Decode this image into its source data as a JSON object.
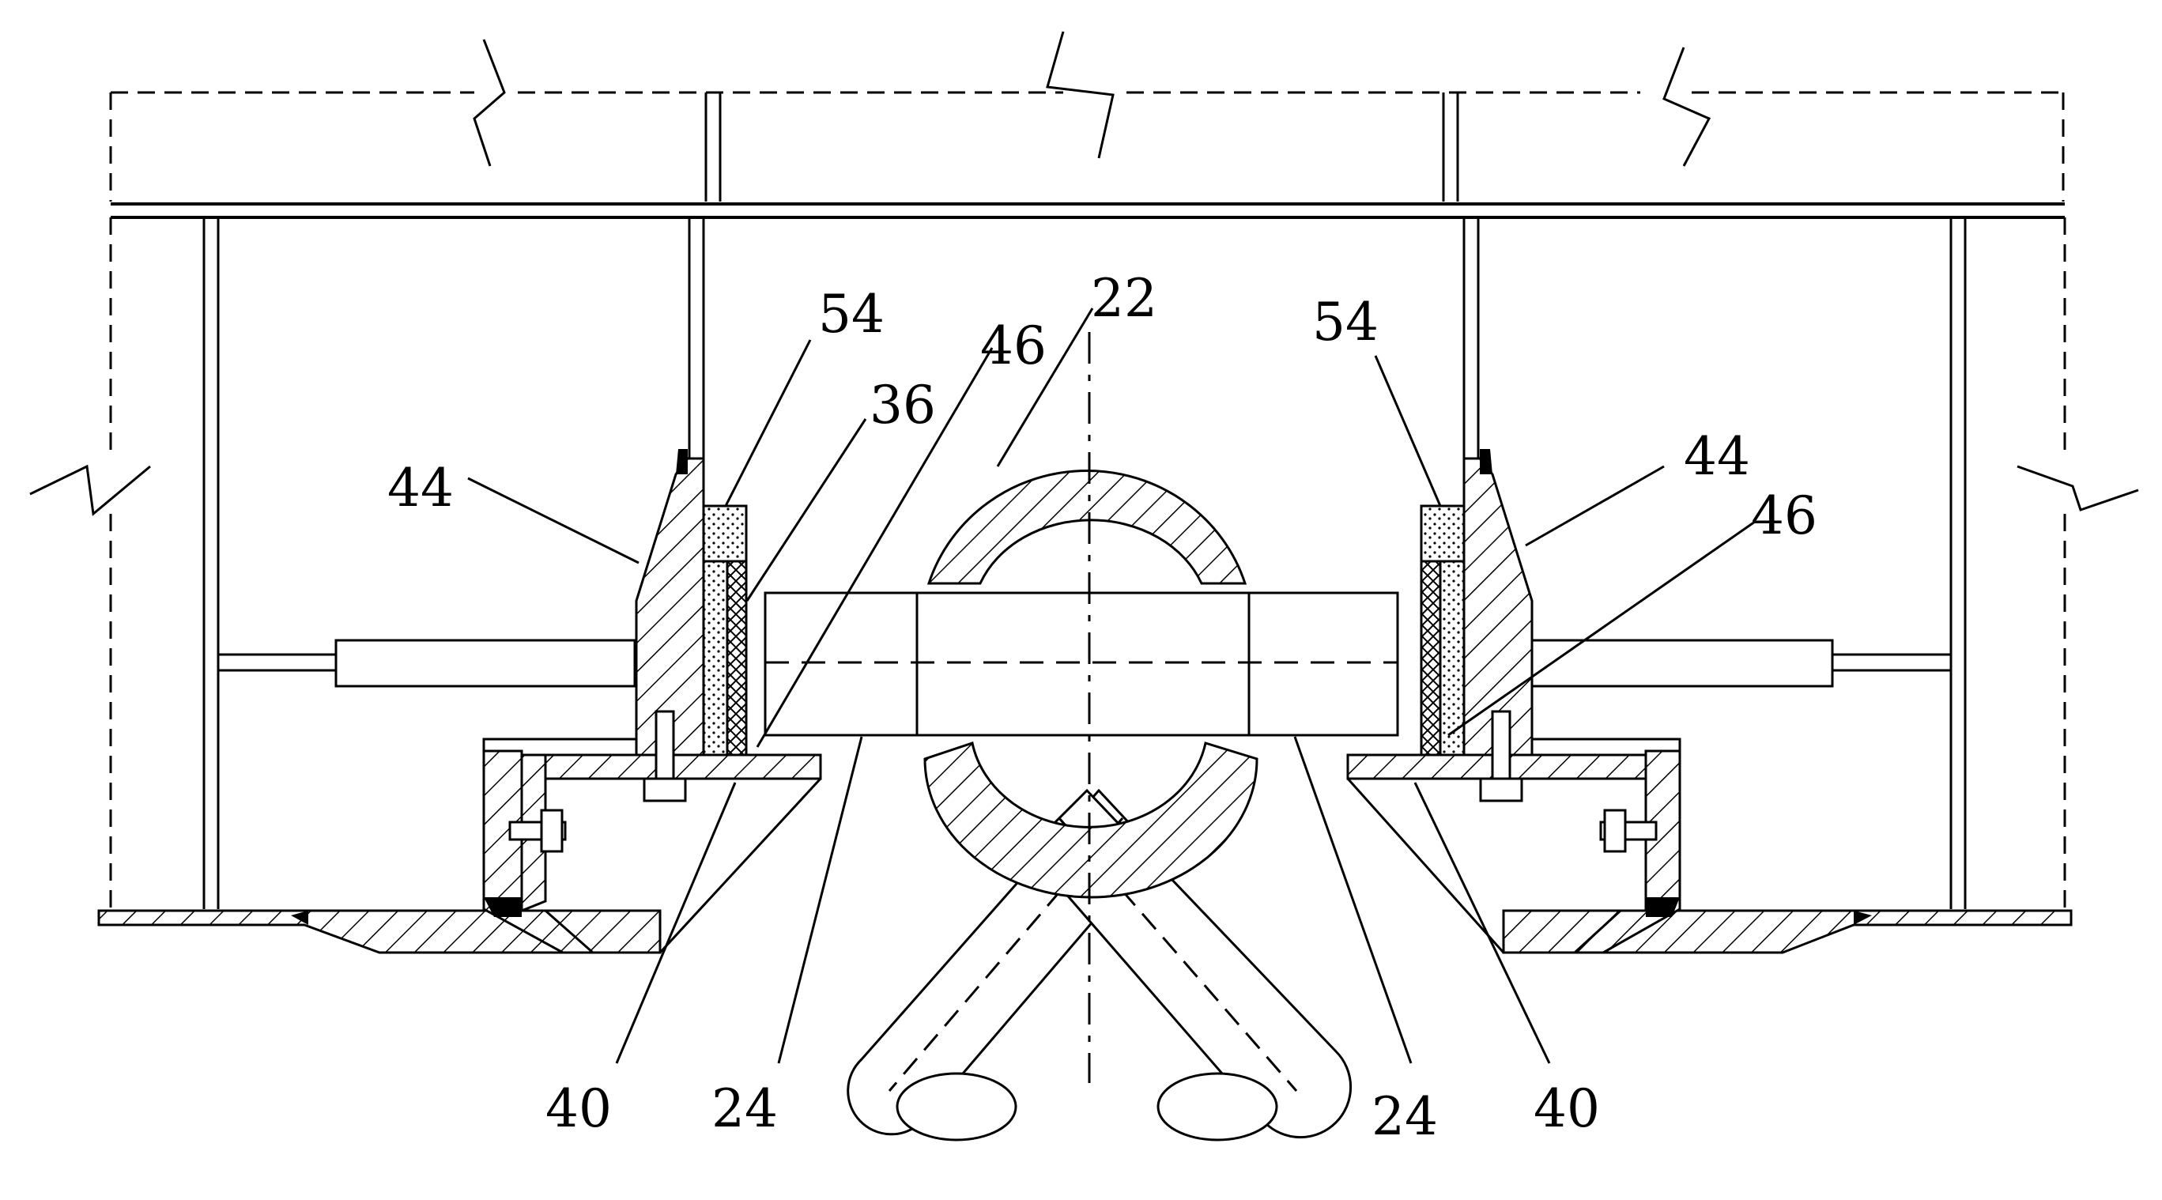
{
  "labels": {
    "l54a": "54",
    "l46a": "46",
    "l22": "22",
    "l36": "36",
    "l44a": "44",
    "l54b": "54",
    "l44b": "44",
    "l46b": "46",
    "l40a": "40",
    "l24a": "24",
    "l24b": "24",
    "l40b": "40"
  },
  "colors": {
    "ink": "#000000",
    "paper": "#ffffff"
  }
}
